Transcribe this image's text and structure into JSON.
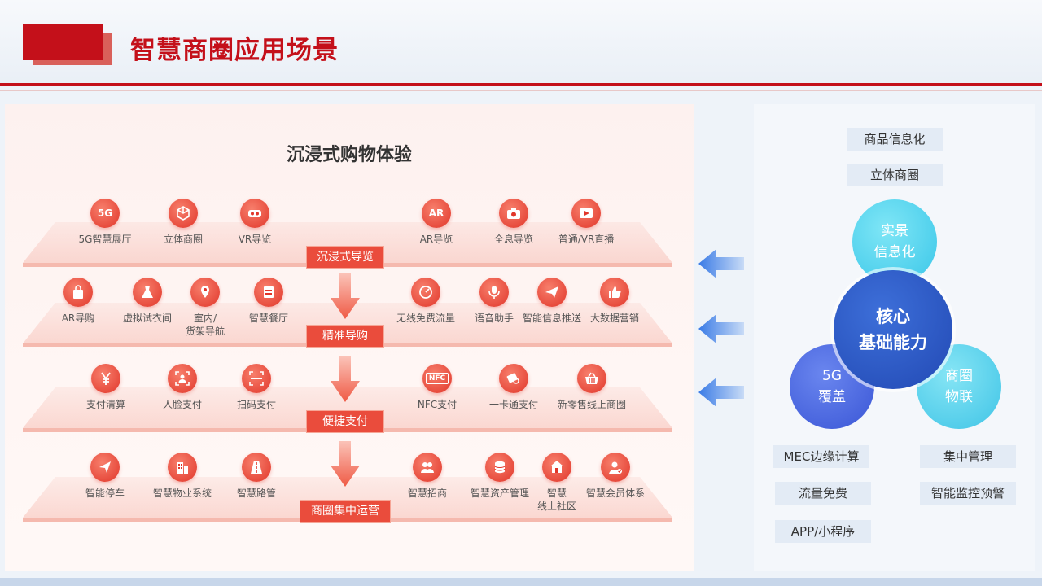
{
  "title": "智慧商圈应用场景",
  "left": {
    "title": "沉浸式购物体验",
    "stages": [
      "沉浸式导览",
      "精准导购",
      "便捷支付",
      "商圈集中运营"
    ],
    "rows": [
      {
        "items": [
          {
            "label": "5G智慧展厅",
            "icon": "5g-icon",
            "glyph": "5G"
          },
          {
            "label": "立体商圈",
            "icon": "cube-icon"
          },
          {
            "label": "VR导览",
            "icon": "vr-headset-icon"
          },
          {
            "label": "AR导览",
            "icon": "ar-icon",
            "glyph": "AR"
          },
          {
            "label": "全息导览",
            "icon": "camera-icon"
          },
          {
            "label": "普通/VR直播",
            "icon": "video-icon"
          }
        ]
      },
      {
        "items": [
          {
            "label": "AR导购",
            "icon": "shopping-bag-icon"
          },
          {
            "label": "虚拟试衣间",
            "icon": "dress-icon"
          },
          {
            "label": "室内/",
            "label2": "货架导航",
            "icon": "map-pin-icon"
          },
          {
            "label": "智慧餐厅",
            "icon": "restaurant-icon"
          },
          {
            "label": "无线免费流量",
            "icon": "gauge-icon"
          },
          {
            "label": "语音助手",
            "icon": "microphone-icon"
          },
          {
            "label": "智能信息推送",
            "icon": "send-icon"
          },
          {
            "label": "大数据营销",
            "icon": "thumbs-up-icon"
          }
        ]
      },
      {
        "items": [
          {
            "label": "支付清算",
            "icon": "yen-icon"
          },
          {
            "label": "人脸支付",
            "icon": "face-scan-icon"
          },
          {
            "label": "扫码支付",
            "icon": "qr-scan-icon"
          },
          {
            "label": "NFC支付",
            "icon": "nfc-icon",
            "glyph": "NFC"
          },
          {
            "label": "一卡通支付",
            "icon": "card-tap-icon"
          },
          {
            "label": "新零售线上商圈",
            "icon": "basket-icon"
          }
        ]
      },
      {
        "items": [
          {
            "label": "智能停车",
            "icon": "navigation-icon"
          },
          {
            "label": "智慧物业系统",
            "icon": "building-icon"
          },
          {
            "label": "智慧路管",
            "icon": "road-icon"
          },
          {
            "label": "智慧招商",
            "icon": "people-icon"
          },
          {
            "label": "智慧资产管理",
            "icon": "coins-icon"
          },
          {
            "label": "智慧",
            "label2": "线上社区",
            "icon": "home-icon"
          },
          {
            "label": "智慧会员体系",
            "icon": "member-icon"
          }
        ]
      }
    ]
  },
  "right": {
    "top_tags": [
      "商品信息化",
      "立体商圈"
    ],
    "circles": {
      "top": [
        "实景",
        "信息化"
      ],
      "center": [
        "核心",
        "基础能力"
      ],
      "left": [
        "5G",
        "覆盖"
      ],
      "right": [
        "商圈",
        "物联"
      ]
    },
    "bottom_tags_left": [
      "MEC边缘计算",
      "流量免费",
      "APP/小程序"
    ],
    "bottom_tags_right": [
      "集中管理",
      "智能监控预警"
    ]
  },
  "colors": {
    "brand_red": "#c4101a",
    "accent_red": "#ea4c3c",
    "blue_dark": "#2b55c8",
    "blue_light": "#5ad7ee"
  }
}
